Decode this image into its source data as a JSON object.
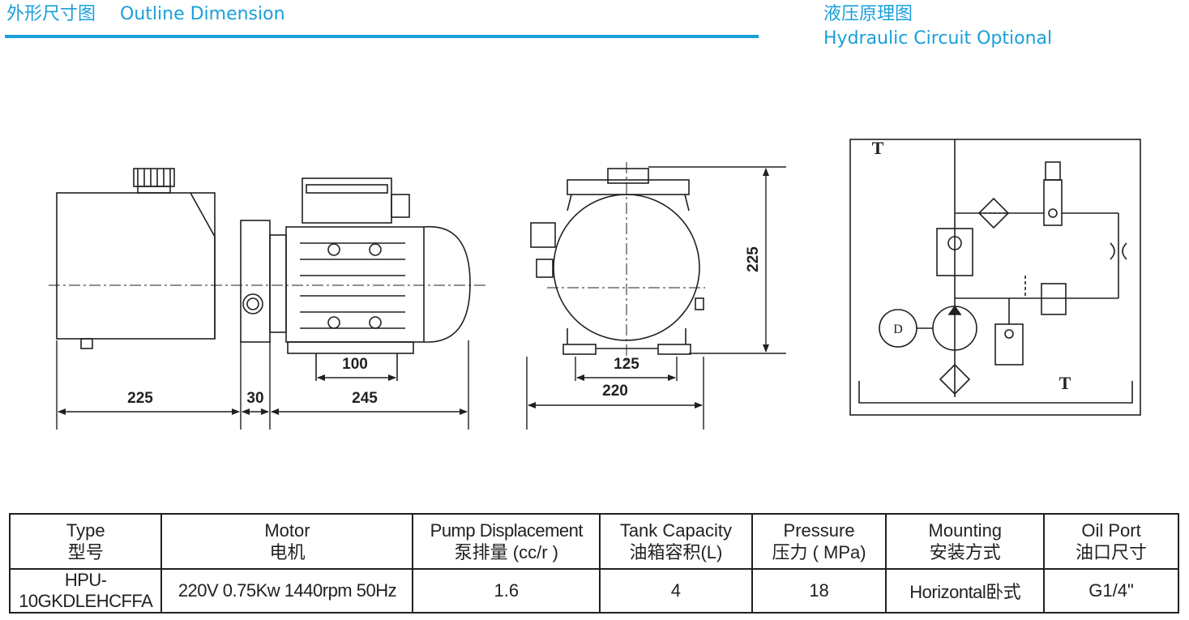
{
  "headers": {
    "outline_cn": "外形尺寸图",
    "outline_en": "Outline Dimension",
    "circuit_cn": "液压原理图",
    "circuit_en": "Hydraulic Circuit Optional"
  },
  "dimensions": {
    "tank_length": "225",
    "flange_width": "30",
    "motor_length": "245",
    "motor_foot_spacing": "100",
    "tank_foot_spacing": "125",
    "overall_width": "220",
    "overall_height": "225"
  },
  "circuit": {
    "tank_label_top": "T",
    "tank_label_bottom": "T",
    "motor_symbol": "D"
  },
  "table": {
    "headers": [
      {
        "en": "Type",
        "cn": "型号"
      },
      {
        "en": "Motor",
        "cn": "电机"
      },
      {
        "en": "Pump Displacement",
        "cn": "泵排量 (cc/r )"
      },
      {
        "en": "Tank Capacity",
        "cn": "油箱容积(L)"
      },
      {
        "en": "Pressure",
        "cn": "压力 ( MPa)"
      },
      {
        "en": "Mounting",
        "cn": "安装方式"
      },
      {
        "en": "Oil Port",
        "cn": "油口尺寸"
      }
    ],
    "row": [
      "HPU-10GKDLEHCFFA",
      "220V 0.75Kw 1440rpm 50Hz",
      "1.6",
      "4",
      "18",
      "Horizontal卧式",
      "G1/4\""
    ]
  }
}
